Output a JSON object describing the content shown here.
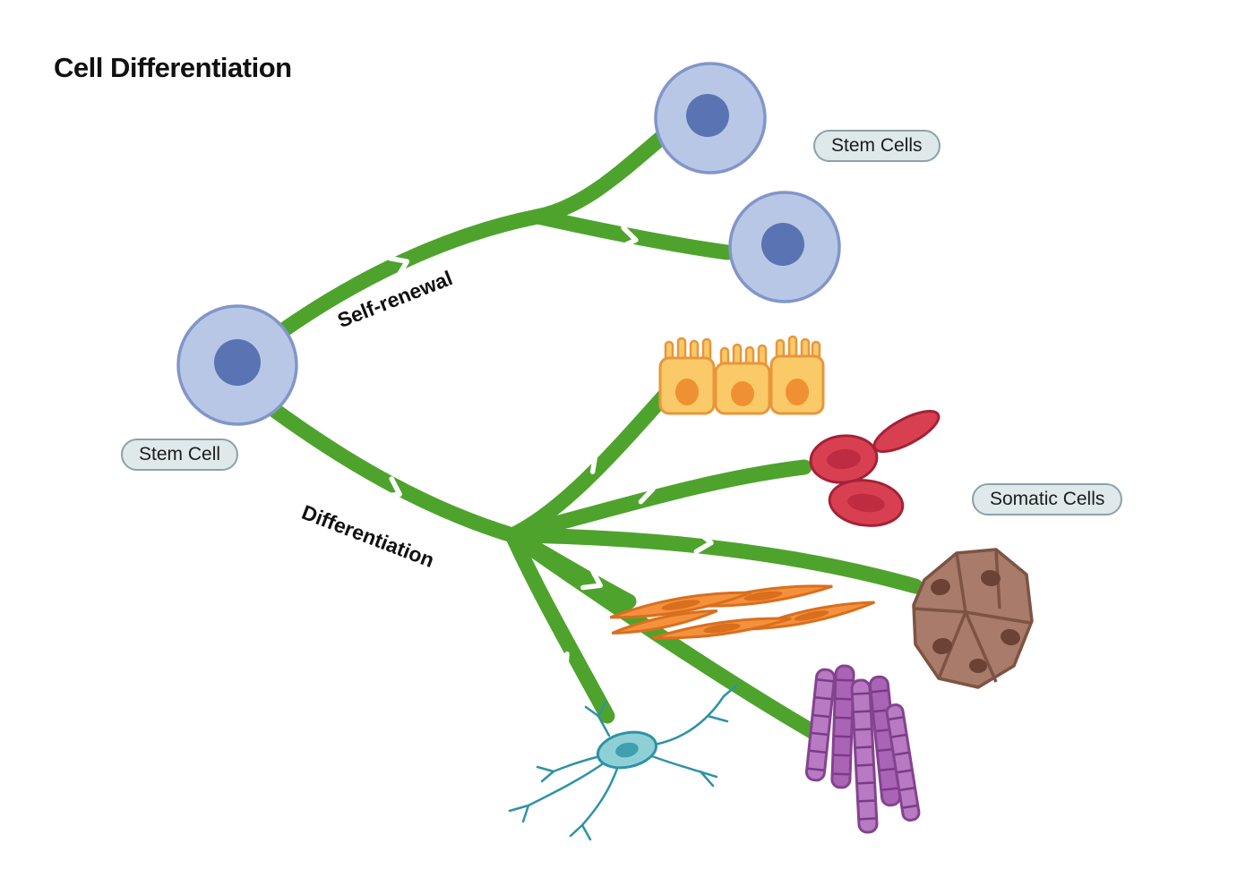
{
  "title": "Cell Differentiation",
  "labels": {
    "stem_cell": "Stem Cell",
    "stem_cells": "Stem Cells",
    "somatic_cells": "Somatic Cells",
    "self_renewal": "Self-renewal",
    "differentiation": "Differentiation"
  },
  "icons": {
    "parent_stem_cell": "stem-cell-icon",
    "daughter_stem_cells": [
      "stem-cell-icon",
      "stem-cell-icon"
    ],
    "somatic_cell_icons": [
      "columnar-epithelial-cells-icon",
      "red-blood-cells-icon",
      "tissue-cell-cluster-icon",
      "smooth-muscle-cells-icon",
      "striated-muscle-fibers-icon",
      "neuron-icon"
    ]
  },
  "colors": {
    "background": "#ffffff",
    "arrow_green": "#4ea32d",
    "chevron_white": "#ffffff",
    "stem_cell_body": "#b9c7e6",
    "stem_cell_outline": "#8196c8",
    "stem_cell_nucleus": "#5a73b2",
    "label_pill_bg": "#dfe9ea",
    "label_pill_border": "#8ba2a9",
    "epithelial_fill": "#fac968",
    "epithelial_outline": "#e8963c",
    "epithelial_nucleus": "#ef9133",
    "rbc_fill": "#d84052",
    "rbc_outline": "#a32237",
    "rbc_inner": "#bf2c41",
    "cluster_fill": "#a97b6b",
    "cluster_outline": "#7d5344",
    "cluster_nucleus": "#6b4234",
    "smooth_muscle_fill": "#f5913c",
    "smooth_muscle_outline": "#d96f1e",
    "striated_muscle_fill_a": "#b77ac3",
    "striated_muscle_fill_b": "#aa64b6",
    "striated_muscle_outline": "#84438f",
    "striation_line": "#7b3a88",
    "neuron_fill": "#8fd0d6",
    "neuron_outline": "#2d93a6",
    "neuron_nucleus": "#3f9fae"
  }
}
